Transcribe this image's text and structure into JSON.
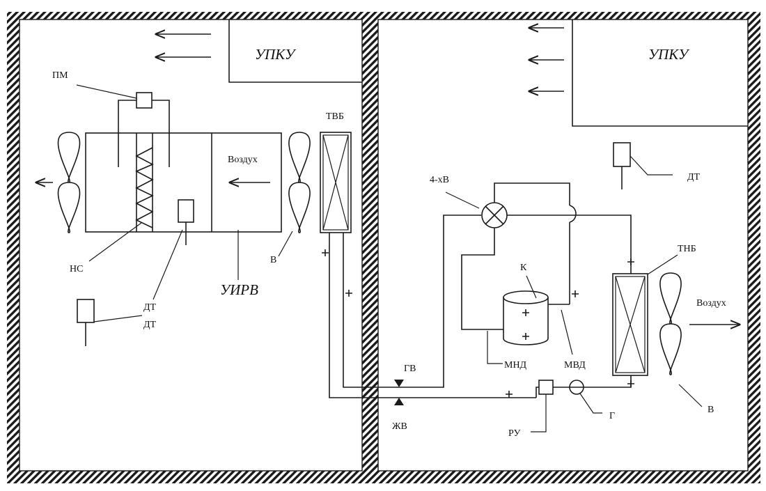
{
  "labels": {
    "upku": "УПКУ",
    "pm": "ПМ",
    "vozduh": "Воздух",
    "tvb": "ТВБ",
    "ns": "НС",
    "v": "В",
    "uirv": "УИРВ",
    "dt": "ДТ",
    "four_way_valve": "4-хВ",
    "tnb": "ТНБ",
    "k": "К",
    "gv": "ГВ",
    "zhv": "ЖВ",
    "mnd": "МНД",
    "mvd": "МВД",
    "ru": "РУ",
    "g": "Г"
  },
  "colors": {
    "line": "#1a1a1a",
    "background": "#ffffff"
  },
  "icons": [
    "fan-icon",
    "heat-exchanger-icon",
    "compressor-icon",
    "four-way-valve-icon",
    "sensor-icon",
    "valve-icon",
    "arrow-icon"
  ]
}
